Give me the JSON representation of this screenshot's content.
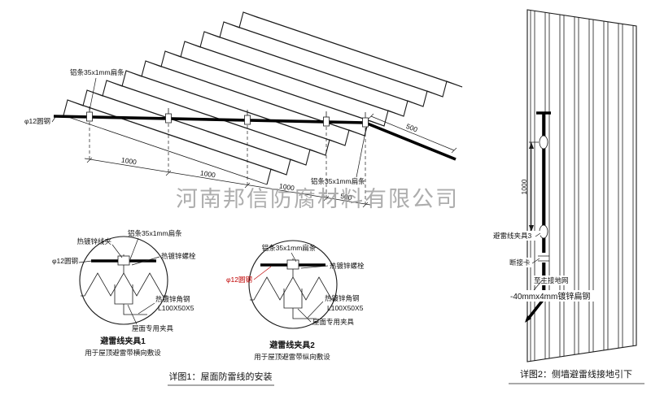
{
  "watermark": "河南邦信防腐材料有限公司",
  "roof": {
    "label_strip_top": "铝条35x1mm扁条",
    "label_round_steel": "φ12圆钢",
    "label_strip_bottom": "铝条35x1mm扁条",
    "dims": {
      "d1": "1000",
      "d2": "1000",
      "d3": "1000",
      "d4": "500",
      "d5": "500"
    }
  },
  "detail1": {
    "title": "避雷线夹具1",
    "subtitle": "用于屋顶避雷带横向敷设",
    "labels": {
      "clamp": "热镀锌线夹",
      "strip": "铝条35x1mm扁条",
      "bolt": "热镀锌螺栓",
      "round_steel": "φ12圆钢",
      "angle_steel": "热镀锌角钢",
      "angle_spec": "L100X50X5",
      "roof_clamp": "屋面专用夹具"
    }
  },
  "detail2": {
    "title": "避雷线夹具2",
    "subtitle": "用于屋顶避雷带纵向敷设",
    "labels": {
      "strip": "铝条35x1mm扁条",
      "bolt": "热镀锌螺栓",
      "round_steel": "φ12圆钢",
      "angle_steel": "热镀锌角钢",
      "angle_spec": "L100X50X5",
      "roof_clamp": "屋面专用夹具"
    }
  },
  "wall": {
    "dim": "1000",
    "labels": {
      "clamp3": "避雷线夹具3",
      "disconnect": "断接卡",
      "to_ground": "至主接地网",
      "flat_steel": "-40mmx4mm镀锌扁钢"
    }
  },
  "captions": {
    "detail1": "详图1：屋面防雷线的安装",
    "detail2": "详图2：侧墙避雷线接地引下"
  },
  "colors": {
    "line": "#1a1a1a",
    "accent_red": "#c00000",
    "watermark": "#9f9f9f"
  }
}
